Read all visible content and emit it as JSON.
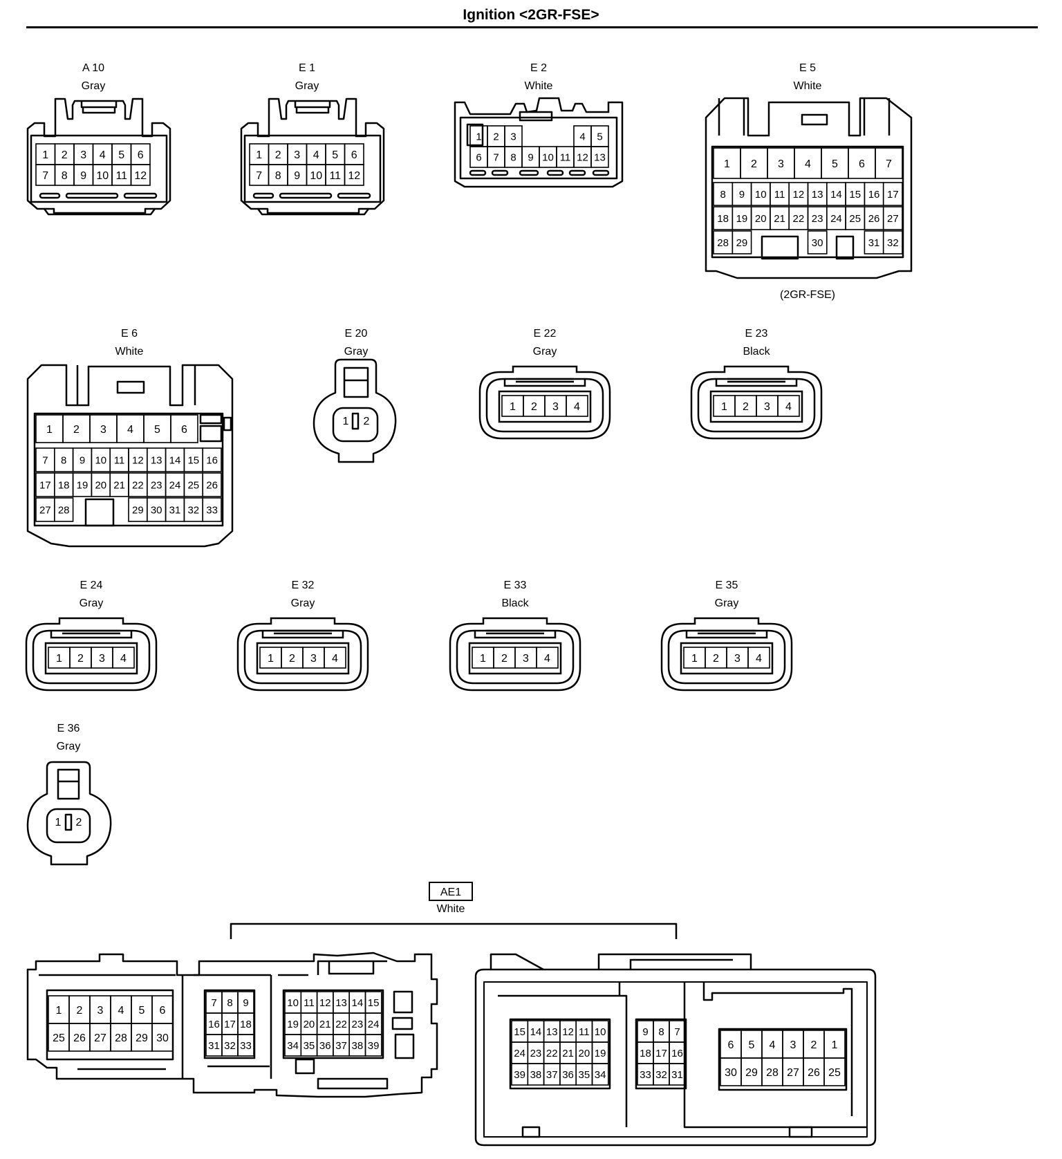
{
  "title": "Ignition <2GR-FSE>",
  "connectors": {
    "A10": {
      "code": "A 10",
      "color": "Gray"
    },
    "E1": {
      "code": "E 1",
      "color": "Gray"
    },
    "E2": {
      "code": "E 2",
      "color": "White"
    },
    "E5": {
      "code": "E 5",
      "color": "White",
      "note": "(2GR-FSE)"
    },
    "E6": {
      "code": "E 6",
      "color": "White"
    },
    "E20": {
      "code": "E 20",
      "color": "Gray"
    },
    "E22": {
      "code": "E 22",
      "color": "Gray"
    },
    "E23": {
      "code": "E 23",
      "color": "Black"
    },
    "E24": {
      "code": "E 24",
      "color": "Gray"
    },
    "E32": {
      "code": "E 32",
      "color": "Gray"
    },
    "E33": {
      "code": "E 33",
      "color": "Black"
    },
    "E35": {
      "code": "E 35",
      "color": "Gray"
    },
    "E36": {
      "code": "E 36",
      "color": "Gray"
    },
    "AE1": {
      "code": "AE1",
      "color": "White"
    }
  },
  "pin_rows": {
    "twelve_pin": [
      [
        "1",
        "2",
        "3",
        "4",
        "5",
        "6"
      ],
      [
        "7",
        "8",
        "9",
        "10",
        "11",
        "12"
      ]
    ],
    "E2": [
      [
        "1",
        "2",
        "3",
        "",
        "",
        "4",
        "5"
      ],
      [
        "6",
        "7",
        "8",
        "9",
        "10",
        "11",
        "12",
        "13"
      ]
    ],
    "E5": [
      [
        "1",
        "2",
        "3",
        "4",
        "5",
        "6",
        "7"
      ],
      [
        "8",
        "9",
        "10",
        "11",
        "12",
        "13",
        "14",
        "15",
        "16",
        "17"
      ],
      [
        "18",
        "19",
        "20",
        "21",
        "22",
        "23",
        "24",
        "25",
        "26",
        "27"
      ],
      [
        "28",
        "29",
        "30",
        "31",
        "32"
      ]
    ],
    "E6": [
      [
        "1",
        "2",
        "3",
        "4",
        "5",
        "6"
      ],
      [
        "7",
        "8",
        "9",
        "10",
        "11",
        "12",
        "13",
        "14",
        "15",
        "16"
      ],
      [
        "17",
        "18",
        "19",
        "20",
        "21",
        "22",
        "23",
        "24",
        "25",
        "26"
      ],
      [
        "27",
        "28",
        "29",
        "30",
        "31",
        "32",
        "33"
      ]
    ],
    "two_pin": [
      "1",
      "2"
    ],
    "four_pin": [
      "1",
      "2",
      "3",
      "4"
    ],
    "AE1_left": {
      "a": [
        [
          "1",
          "2",
          "3",
          "4",
          "5",
          "6"
        ],
        [
          "25",
          "26",
          "27",
          "28",
          "29",
          "30"
        ]
      ],
      "b": [
        [
          "7",
          "8",
          "9"
        ],
        [
          "16",
          "17",
          "18"
        ],
        [
          "31",
          "32",
          "33"
        ]
      ],
      "c": [
        [
          "10",
          "11",
          "12",
          "13",
          "14",
          "15"
        ],
        [
          "19",
          "20",
          "21",
          "22",
          "23",
          "24"
        ],
        [
          "34",
          "35",
          "36",
          "37",
          "38",
          "39"
        ]
      ]
    },
    "AE1_right": {
      "c": [
        [
          "15",
          "14",
          "13",
          "12",
          "11",
          "10"
        ],
        [
          "24",
          "23",
          "22",
          "21",
          "20",
          "19"
        ],
        [
          "39",
          "38",
          "37",
          "36",
          "35",
          "34"
        ]
      ],
      "b": [
        [
          "9",
          "8",
          "7"
        ],
        [
          "18",
          "17",
          "16"
        ],
        [
          "33",
          "32",
          "31"
        ]
      ],
      "a": [
        [
          "6",
          "5",
          "4",
          "3",
          "2",
          "1"
        ],
        [
          "30",
          "29",
          "28",
          "27",
          "26",
          "25"
        ]
      ]
    }
  }
}
